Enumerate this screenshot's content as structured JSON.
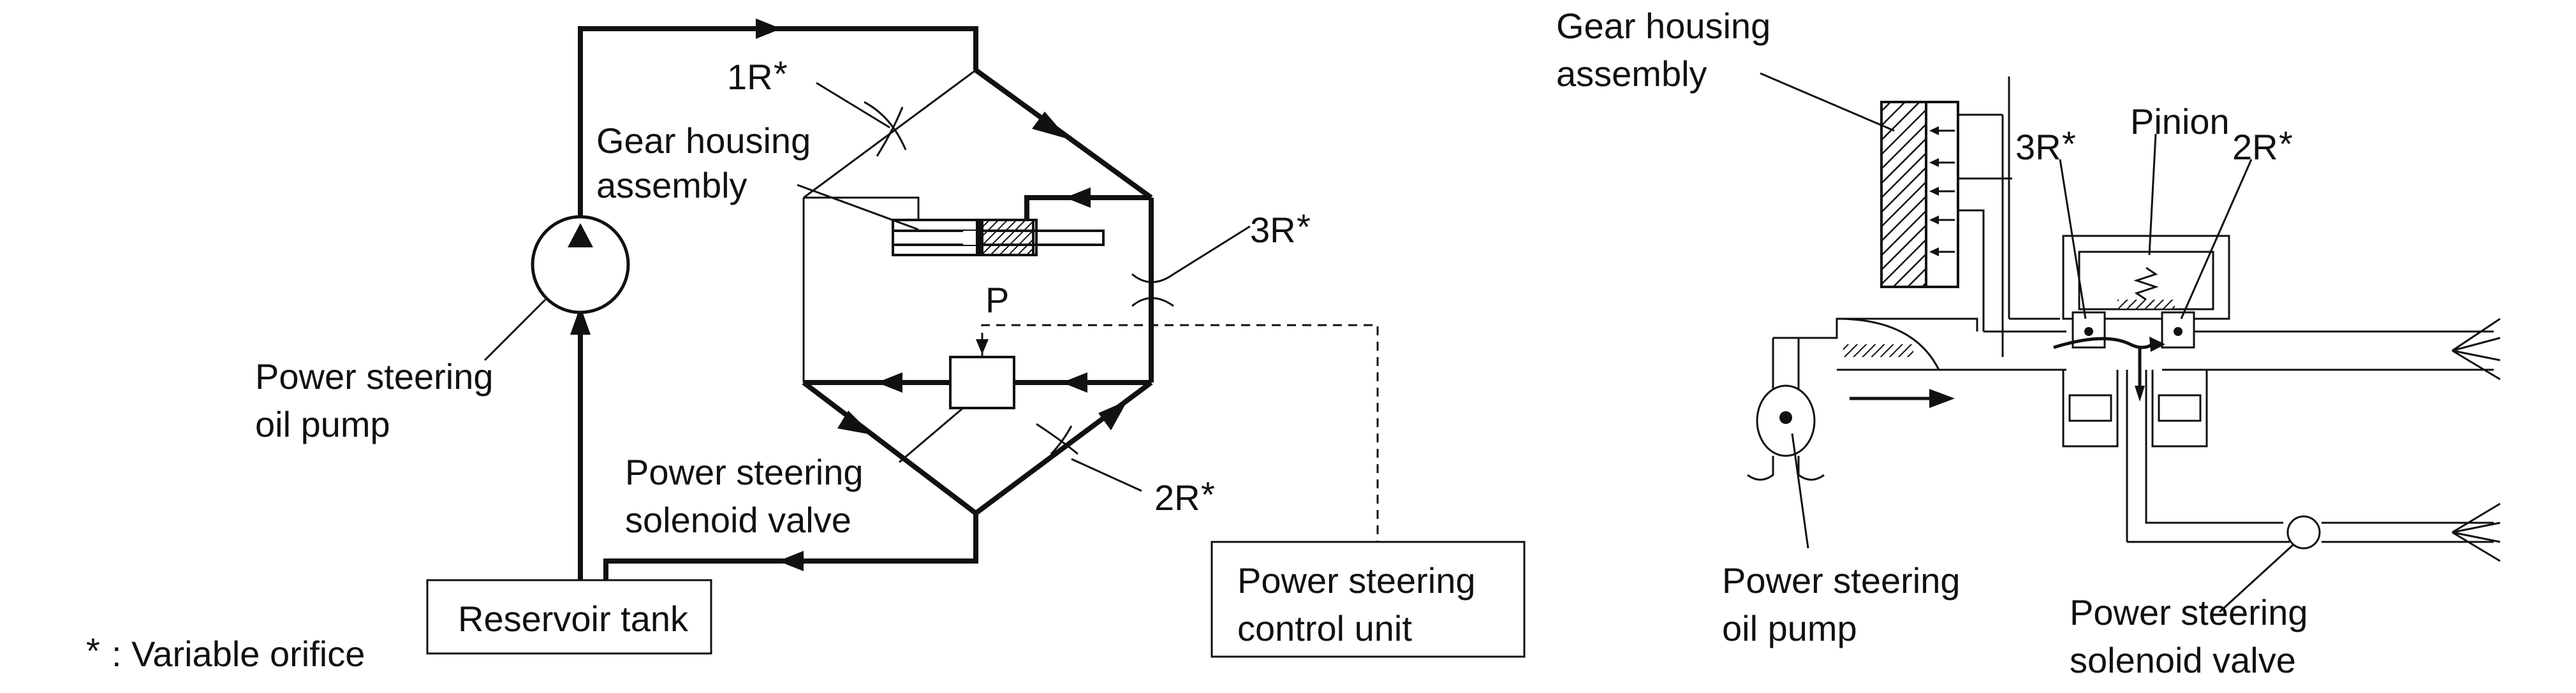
{
  "left": {
    "label_1r": "1R",
    "label_2r": "2R",
    "label_3r": "3R",
    "asterisk": "*",
    "gear_housing_line1": "Gear housing",
    "gear_housing_line2": "assembly",
    "piston_label": "P",
    "pump_line1": "Power steering",
    "pump_line2": "oil pump",
    "solenoid_line1": "Power steering",
    "solenoid_line2": "solenoid valve",
    "control_unit_line1": "Power steering",
    "control_unit_line2": "control unit",
    "reservoir": "Reservoir tank",
    "legend_star": "*",
    "legend_text": ": Variable orifice"
  },
  "right": {
    "gear_housing_line1": "Gear housing",
    "gear_housing_line2": "assembly",
    "label_3r": "3R",
    "label_2r": "2R",
    "asterisk": "*",
    "pinion": "Pinion",
    "pump_line1": "Power steering",
    "pump_line2": "oil pump",
    "solenoid_line1": "Power steering",
    "solenoid_line2": "solenoid valve"
  }
}
